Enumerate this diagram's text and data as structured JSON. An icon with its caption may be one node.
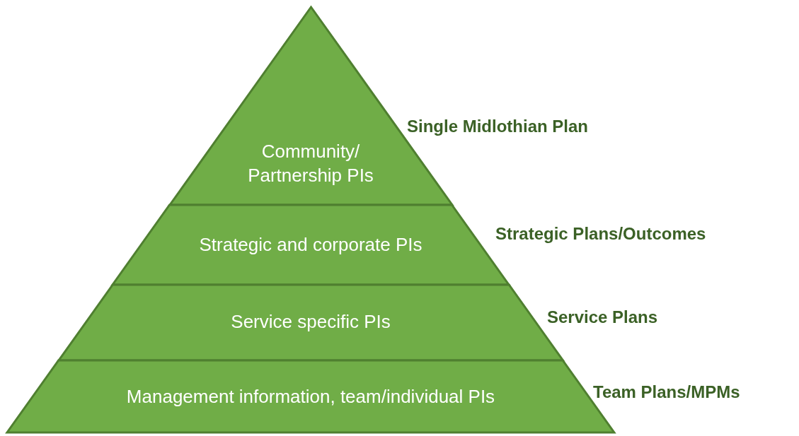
{
  "diagram": {
    "nodes": [
      {
        "text": [
          "Community/ Partnership PIs"
        ],
        "beside": [
          "Single Midlothian Plan"
        ]
      },
      {
        "text": [
          "Strategic and corporate PIs"
        ],
        "beside": [
          "Strategic Plans/Outcomes"
        ]
      },
      {
        "text": [
          "Service specific PIs"
        ],
        "beside": [
          "Service Plans"
        ]
      },
      {
        "text": [
          "Management information, team/individual PIs"
        ],
        "beside": [
          "Team Plans/MPMs"
        ]
      }
    ]
  }
}
